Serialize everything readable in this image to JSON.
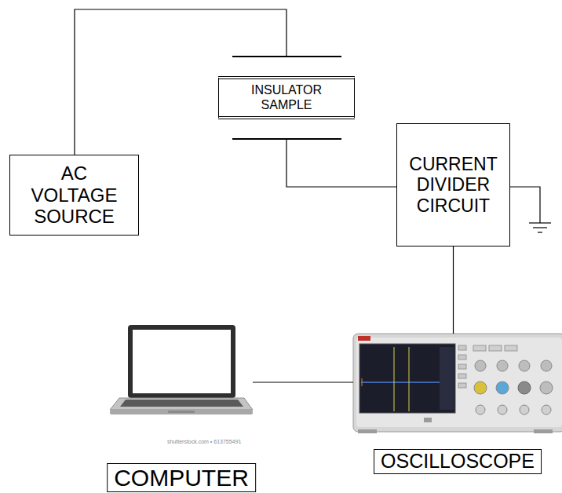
{
  "diagram": {
    "nodes": [
      {
        "text": [
          "AC VOLTAGE SOURCE"
        ]
      },
      {
        "text": [
          "INSULATOR SAMPLE"
        ]
      },
      {
        "text": [
          "CURRENT DIVIDER CIRCUIT"
        ]
      },
      {
        "text": [
          "COMPUTER"
        ]
      },
      {
        "text": [
          "OSCILLOSCOPE"
        ]
      }
    ],
    "edges": [
      {
        "from": 0,
        "to": 1,
        "arrow": "none"
      },
      {
        "from": 1,
        "to": 2,
        "arrow": "none"
      },
      {
        "from": 2,
        "to": 4,
        "arrow": "none"
      },
      {
        "from": 3,
        "to": 4,
        "arrow": "none"
      }
    ],
    "labels": [
      "shutterstock.com • 613755491"
    ]
  }
}
